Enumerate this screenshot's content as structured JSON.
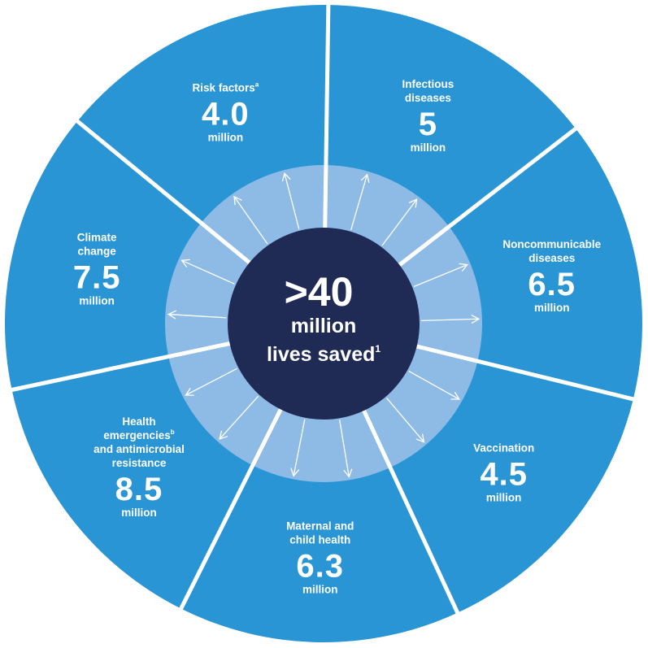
{
  "colors": {
    "segment": "#2a95d5",
    "ring": "#8dbbe6",
    "center": "#1f2a55",
    "divider": "#ffffff",
    "arrow": "#ffffff"
  },
  "center": {
    "headline": ">40",
    "line2": "million",
    "line3": "lives saved",
    "footnote": "1"
  },
  "segments": [
    {
      "title_lines": [
        "Climate",
        "change"
      ],
      "value": "7.5",
      "unit": "million"
    },
    {
      "title_lines": [
        "Risk factors"
      ],
      "title_sup": "a",
      "value": "4.0",
      "unit": "million"
    },
    {
      "title_lines": [
        "Infectious",
        "diseases"
      ],
      "value": "5",
      "unit": "million"
    },
    {
      "title_lines": [
        "Noncommunicable",
        "diseases"
      ],
      "value": "6.5",
      "unit": "million"
    },
    {
      "title_lines": [
        "Vaccination"
      ],
      "value": "4.5",
      "unit": "million"
    },
    {
      "title_lines": [
        "Maternal and",
        "child health"
      ],
      "value": "6.3",
      "unit": "million"
    },
    {
      "title_lines": [
        "Health",
        "emergencies",
        "and antimicrobial",
        "resistance"
      ],
      "sup_line": 1,
      "title_sup": "b",
      "value": "8.5",
      "unit": "million"
    }
  ]
}
